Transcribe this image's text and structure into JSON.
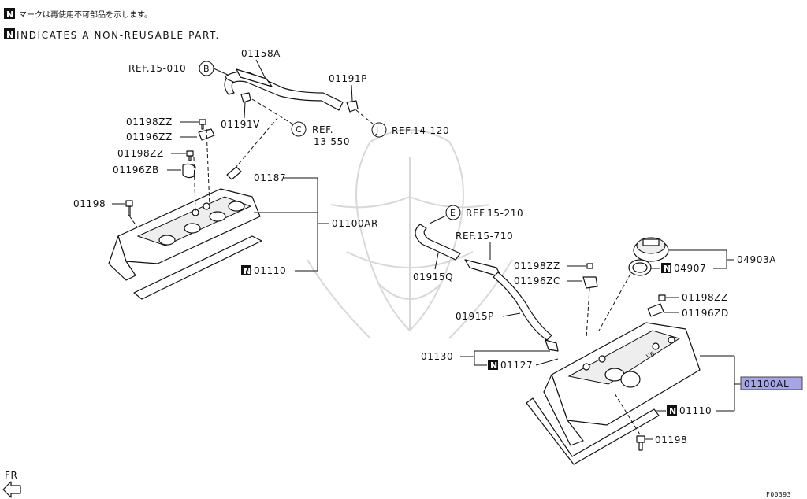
{
  "header": {
    "notice_jp": "マークは再使用不可部品を示します。",
    "notice_en": "INDICATES A NON-REUSABLE PART.",
    "n_mark": "N"
  },
  "labels": {
    "p01158A": "01158A",
    "ref15_010": "REF.15-010",
    "p01191P": "01191P",
    "p01198ZZ_a": "01198ZZ",
    "p01196ZZ": "01196ZZ",
    "p01191V": "01191V",
    "ref13_550_a": "REF.",
    "ref13_550_b": "13-550",
    "ref14_120": "REF.14-120",
    "p01198ZZ_b": "01198ZZ",
    "p01196ZB": "01196ZB",
    "p01187": "01187",
    "p01198_a": "01198",
    "p01100AR": "01100AR",
    "p01110_a": "01110",
    "ref15_210": "REF.15-210",
    "ref15_710": "REF.15-710",
    "p01915Q": "01915Q",
    "p01198ZZ_c": "01198ZZ",
    "p01196ZC": "01196ZC",
    "p04907": "04907",
    "p04903A": "04903A",
    "p01198ZZ_d": "01198ZZ",
    "p01196ZD": "01196ZD",
    "p01915P": "01915P",
    "p01130": "01130",
    "p01127": "01127",
    "p01100AL": "01100AL",
    "p01110_b": "01110",
    "p01198_b": "01198",
    "fr": "FR",
    "figure_code": "F00393",
    "circle_B": "B",
    "circle_C": "C",
    "circle_J": "J",
    "circle_E": "E"
  },
  "colors": {
    "highlight": "#a6a6e6",
    "line": "#111111",
    "watermark": "#d8d8d8"
  }
}
